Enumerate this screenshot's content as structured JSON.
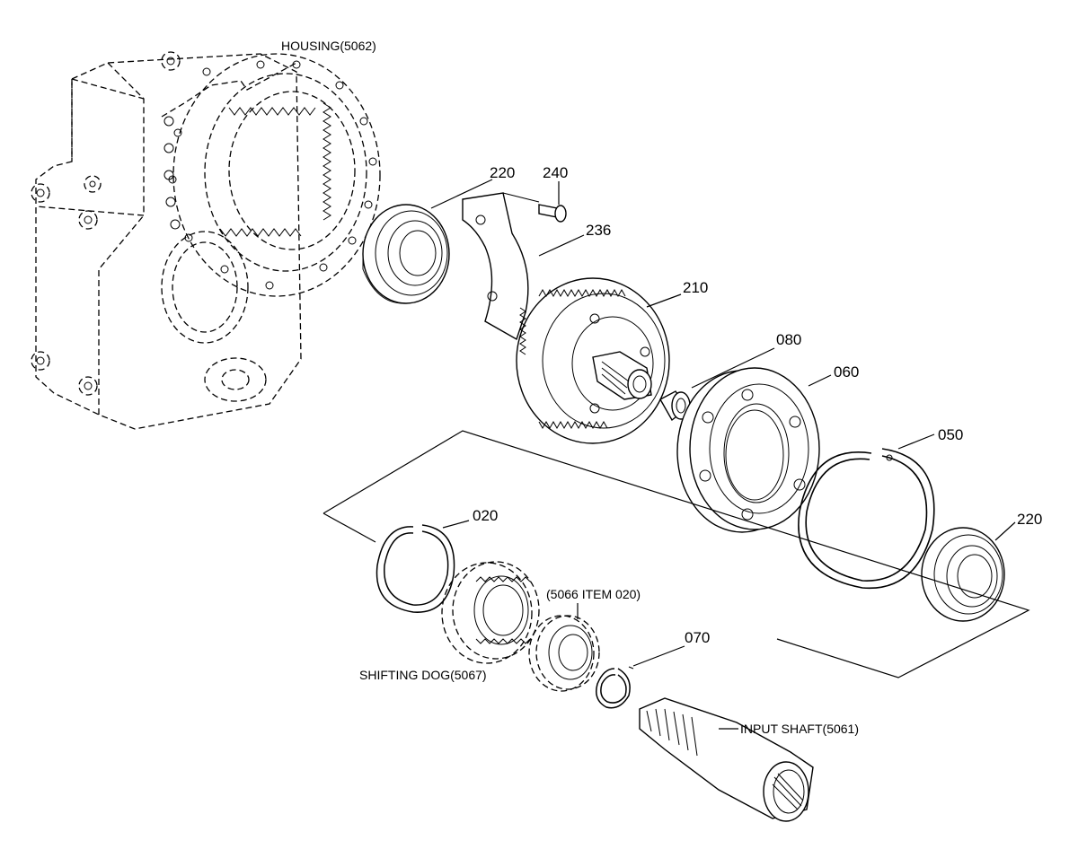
{
  "labels": {
    "housing": "HOUSING(5062)",
    "p220_top": "220",
    "p240": "240",
    "p236": "236",
    "p210": "210",
    "p080": "080",
    "p060": "060",
    "p050": "050",
    "p220_right": "220",
    "p020": "020",
    "ref_5066": "(5066 ITEM 020)",
    "p070": "070",
    "shifting_dog": "SHIFTING DOG(5067)",
    "input_shaft": "INPUT SHAFT(5061)"
  }
}
